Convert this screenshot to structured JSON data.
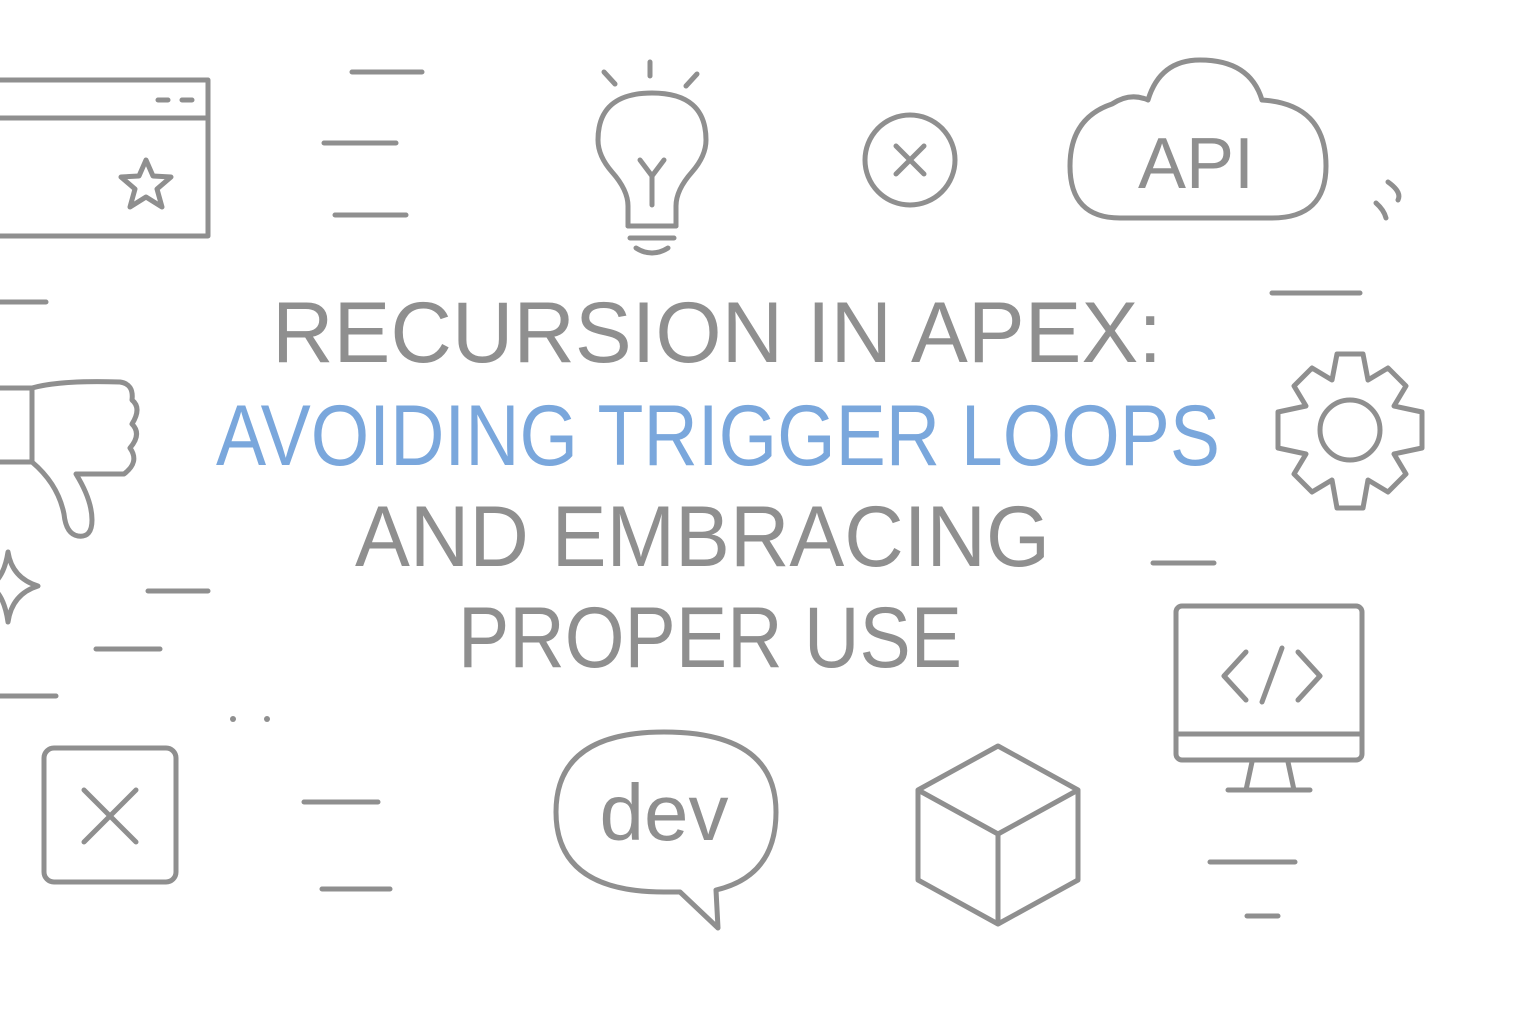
{
  "title": {
    "line1": "RECURSION IN APEX:",
    "line2": "AVOIDING TRIGGER LOOPS",
    "line3": "AND EMBRACING",
    "line4": "PROPER USE"
  },
  "icons": {
    "api_label": "API",
    "dev_label": "dev",
    "code_label": "</>"
  },
  "colors": {
    "gray": "#8f8f8f",
    "accent": "#7aa7dc",
    "background": "#ffffff"
  }
}
